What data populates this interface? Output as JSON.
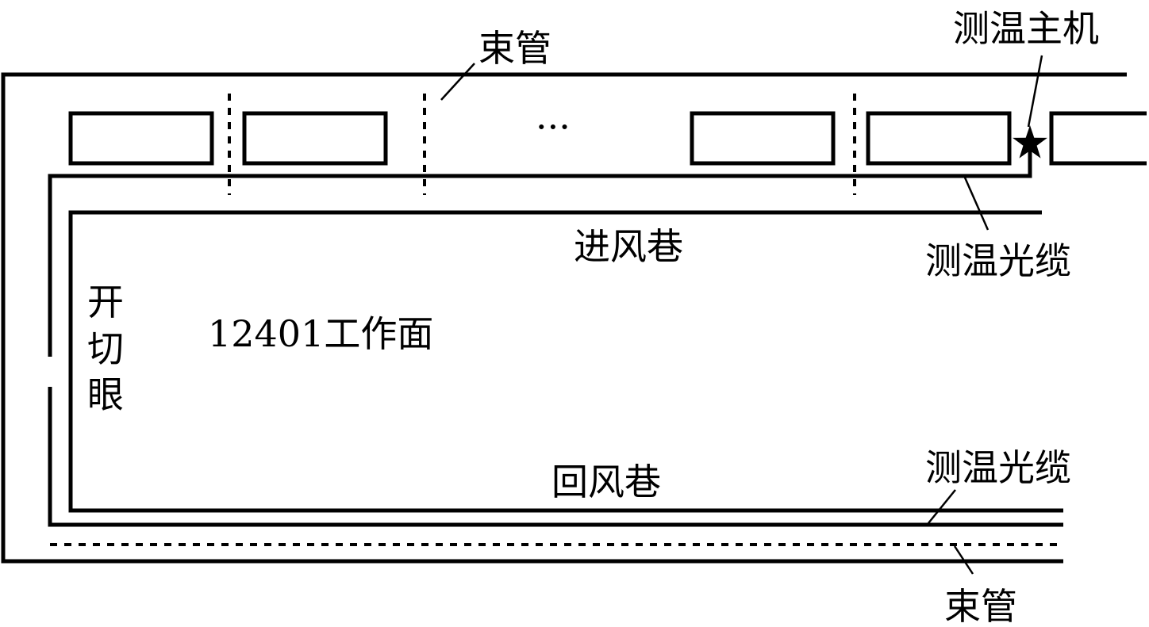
{
  "labels": {
    "host": "测温主机",
    "bundle_tube_top": "束管",
    "bundle_tube_bottom": "束管",
    "fiber_top": "测温光缆",
    "fiber_bottom": "测温光缆",
    "intake_roadway": "进风巷",
    "return_roadway": "回风巷",
    "workface": "12401工作面",
    "cut_hole": [
      "开",
      "切",
      "眼"
    ],
    "ellipsis": "···"
  }
}
